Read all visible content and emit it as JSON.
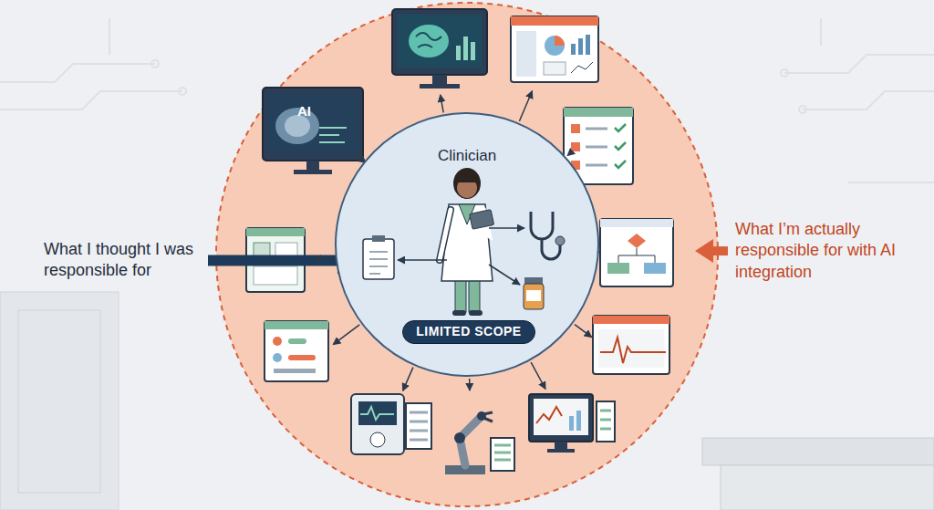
{
  "diagram": {
    "nodes": [
      {
        "text": [
          "Clinician"
        ]
      },
      {
        "text": [
          "LIMITED SCOPE"
        ],
        "in": 0
      }
    ],
    "labels": [
      "AI",
      "What I thought I was responsible for",
      "What I’m actually responsible for with AI integration"
    ]
  }
}
